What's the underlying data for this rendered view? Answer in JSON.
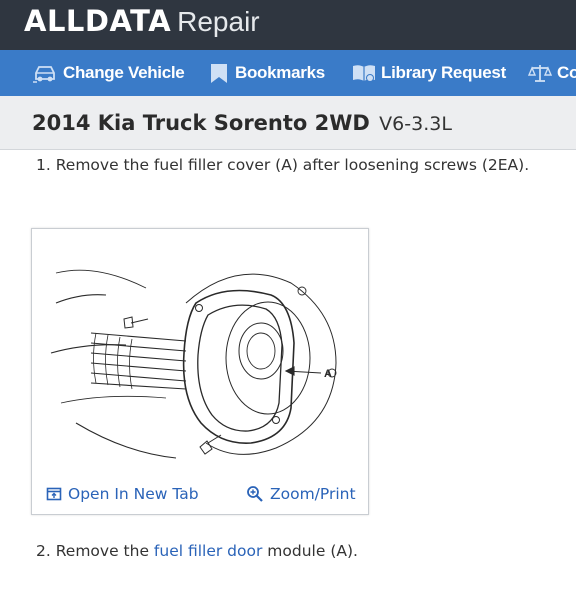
{
  "app": {
    "brand": "ALLDATA",
    "product": "Repair"
  },
  "nav": {
    "items": [
      {
        "label": "Change Vehicle",
        "icon": "car-icon"
      },
      {
        "label": "Bookmarks",
        "icon": "bookmark-icon"
      },
      {
        "label": "Library Request",
        "icon": "book-request-icon"
      },
      {
        "label": "Co",
        "icon": "scales-icon"
      }
    ]
  },
  "vehicle": {
    "title": "2014 Kia Truck Sorento 2WD",
    "engine": "V6-3.3L"
  },
  "steps": {
    "step1": "1. Remove the fuel filler cover (A) after loosening screws (2EA).",
    "step2_prefix": "2. Remove the ",
    "step2_link": "fuel filler door",
    "step2_suffix": " module (A)."
  },
  "figure": {
    "callout": "A",
    "open_tab_label": "Open In New Tab",
    "zoom_label": "Zoom/Print"
  },
  "colors": {
    "topbar": "#2f3640",
    "navbar": "#3a7bc8",
    "link": "#2a63b8",
    "titlebar": "#edeef0"
  }
}
